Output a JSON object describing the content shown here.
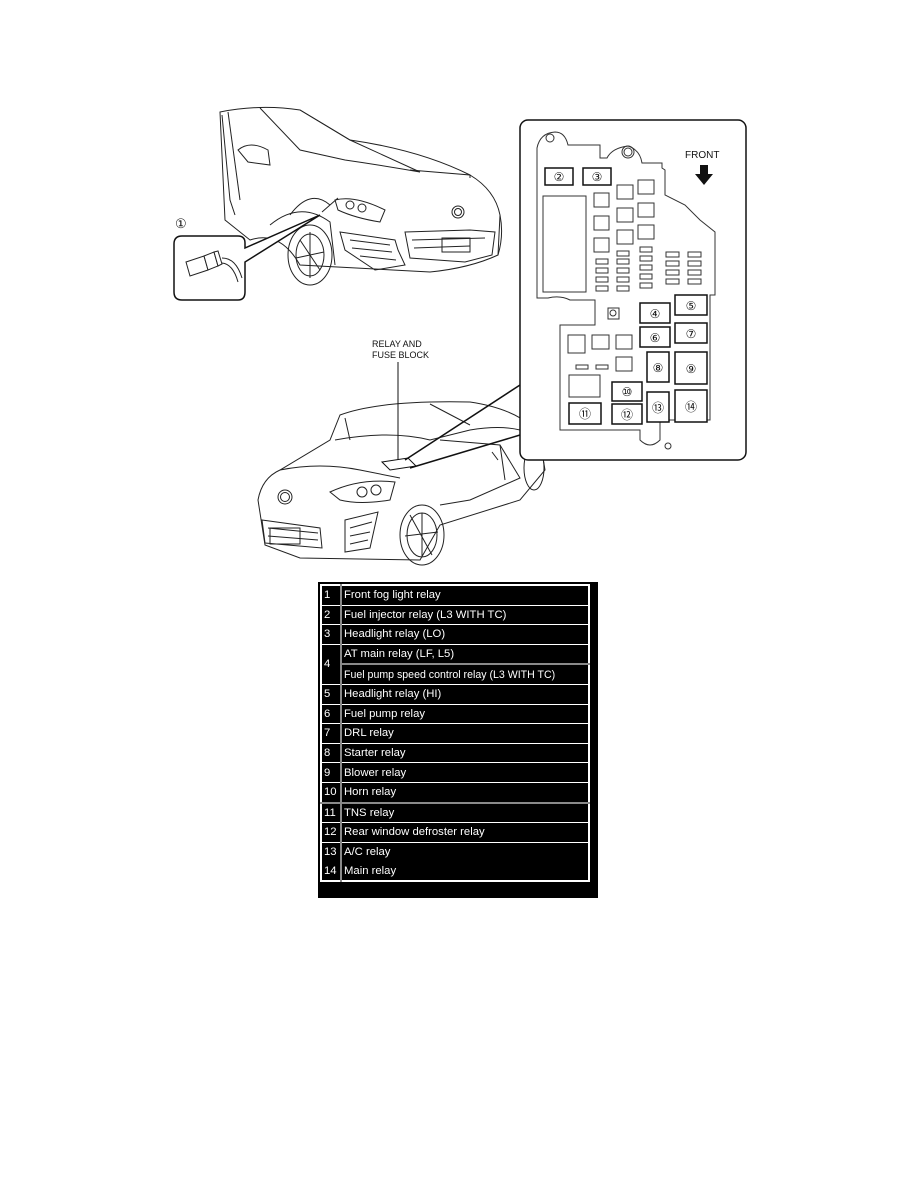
{
  "diagram": {
    "callout_1": "①",
    "relay_block_label_line1": "RELAY AND",
    "relay_block_label_line2": "FUSE BLOCK",
    "front_label": "FRONT",
    "front_arrow_icon": "arrow-down-icon",
    "relay_positions": [
      {
        "id": "2",
        "glyph": "②"
      },
      {
        "id": "3",
        "glyph": "③"
      },
      {
        "id": "4",
        "glyph": "④"
      },
      {
        "id": "5",
        "glyph": "⑤"
      },
      {
        "id": "6",
        "glyph": "⑥"
      },
      {
        "id": "7",
        "glyph": "⑦"
      },
      {
        "id": "8",
        "glyph": "⑧"
      },
      {
        "id": "9",
        "glyph": "⑨"
      },
      {
        "id": "10",
        "glyph": "⑩"
      },
      {
        "id": "11",
        "glyph": "⑪"
      },
      {
        "id": "12",
        "glyph": "⑫"
      },
      {
        "id": "13",
        "glyph": "⑬"
      },
      {
        "id": "14",
        "glyph": "⑭"
      }
    ]
  },
  "relay_table": {
    "rows": [
      {
        "num": "1",
        "desc": "Front fog light relay"
      },
      {
        "num": "2",
        "desc": "Fuel injector relay (L3 WITH TC)"
      },
      {
        "num": "3",
        "desc": "Headlight relay (LO)"
      },
      {
        "num": "4",
        "desc": "AT main relay (LF, L5)",
        "desc2": "Fuel pump speed control relay (L3 WITH TC)"
      },
      {
        "num": "5",
        "desc": "Headlight relay (HI)"
      },
      {
        "num": "6",
        "desc": "Fuel pump relay"
      },
      {
        "num": "7",
        "desc": "DRL relay"
      },
      {
        "num": "8",
        "desc": "Starter relay"
      },
      {
        "num": "9",
        "desc": "Blower relay"
      },
      {
        "num": "10",
        "desc": "Horn relay"
      },
      {
        "num": "11",
        "desc": "TNS relay"
      },
      {
        "num": "12",
        "desc": "Rear window defroster relay"
      },
      {
        "num": "13",
        "desc": "A/C relay"
      },
      {
        "num": "14",
        "desc": "Main relay"
      }
    ]
  }
}
